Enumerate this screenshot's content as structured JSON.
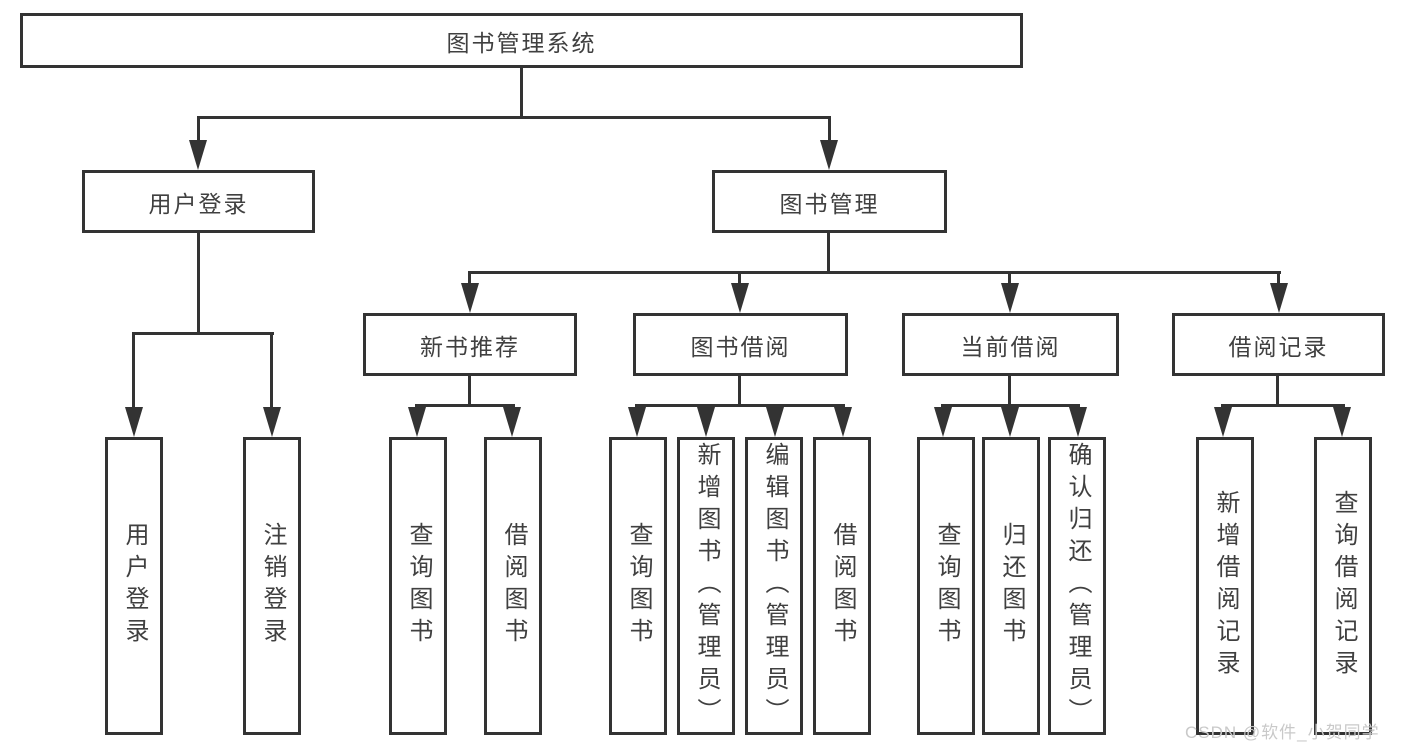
{
  "tree": {
    "root": {
      "label": "图书管理系统"
    },
    "children": [
      {
        "label": "用户登录",
        "children": [
          {
            "label": "用户登录"
          },
          {
            "label": "注销登录"
          }
        ]
      },
      {
        "label": "图书管理",
        "children": [
          {
            "label": "新书推荐",
            "children": [
              {
                "label": "查询图书"
              },
              {
                "label": "借阅图书"
              }
            ]
          },
          {
            "label": "图书借阅",
            "children": [
              {
                "label": "查询图书"
              },
              {
                "label": "新增图书（管理员）"
              },
              {
                "label": "编辑图书（管理员）"
              },
              {
                "label": "借阅图书"
              }
            ]
          },
          {
            "label": "当前借阅",
            "children": [
              {
                "label": "查询图书"
              },
              {
                "label": "归还图书"
              },
              {
                "label": "确认归还（管理员）"
              }
            ]
          },
          {
            "label": "借阅记录",
            "children": [
              {
                "label": "新增借阅记录"
              },
              {
                "label": "查询借阅记录"
              }
            ]
          }
        ]
      }
    ]
  },
  "watermark": {
    "label": "CSDN @软件_小贺同学"
  },
  "colors": {
    "line": "#333333",
    "text": "#404040",
    "watermark": "#c9c9c9",
    "background": "#ffffff"
  }
}
